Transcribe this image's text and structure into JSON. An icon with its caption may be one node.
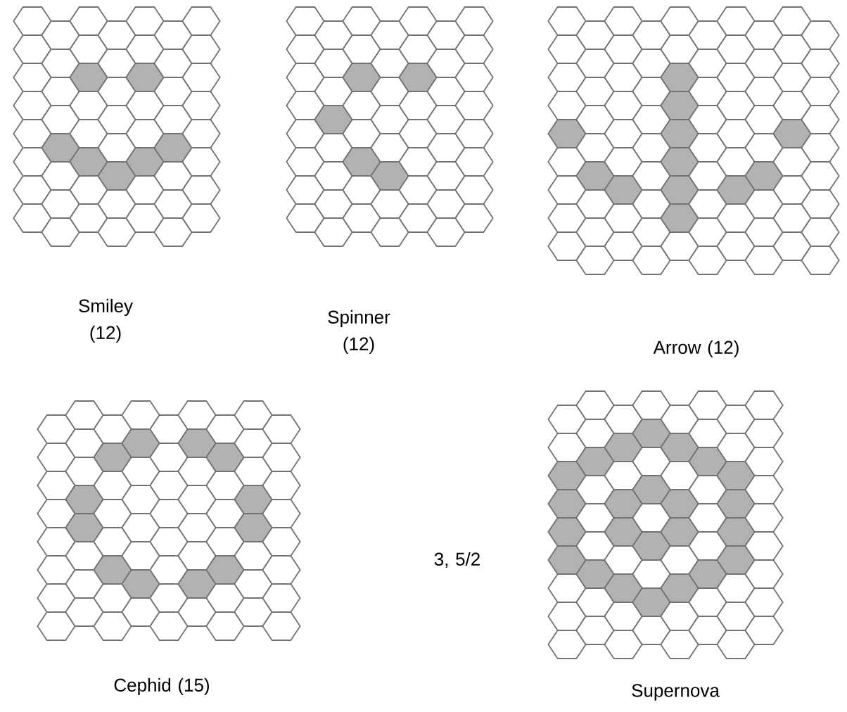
{
  "diagram": {
    "labels": [
      "Smiley (12)",
      "Spinner (12)",
      "Arrow (12)",
      "Cephid (15)",
      "3, 5/2",
      "Supernova"
    ]
  }
}
